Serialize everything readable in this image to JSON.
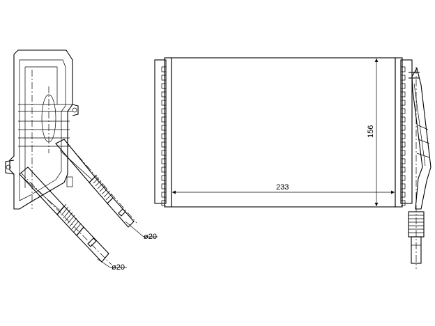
{
  "dimensions": {
    "width_label": "233",
    "height_label": "156",
    "pipe_upper_label": "ø20",
    "pipe_lower_label": "ø20"
  }
}
